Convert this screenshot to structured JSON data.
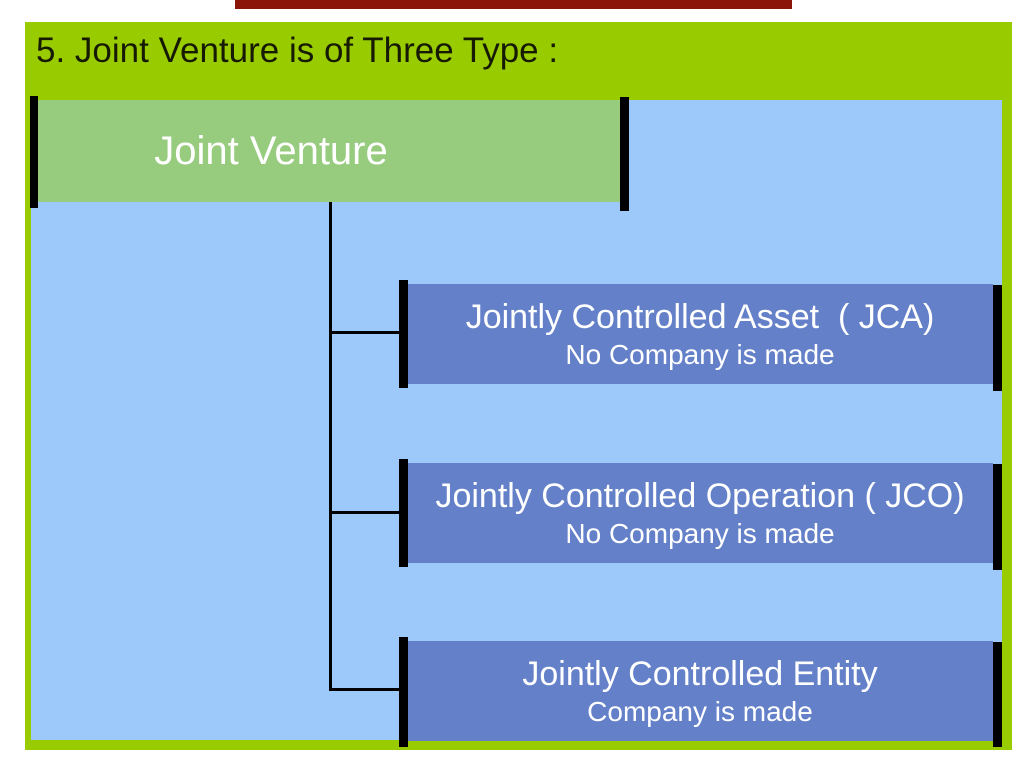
{
  "page": {
    "background": "#FFFFFF"
  },
  "top_bar": {
    "color": "#8B1508"
  },
  "slide": {
    "background": "#99CC00",
    "title": "5. Joint Venture is of Three Type :",
    "title_color": "#161A02",
    "canvas_background": "#9CC9FA",
    "connector_color": "#000000",
    "edge_bar_color": "#000000",
    "root": {
      "label": "Joint Venture",
      "background": "#97CB7E",
      "text_color": "#FFFFFF"
    },
    "children": [
      {
        "title": "Jointly Controlled Asset  ( JCA)",
        "subtitle": "No Company is made",
        "background": "#6380C8",
        "text_color": "#FFFFFF"
      },
      {
        "title": "Jointly Controlled Operation ( JCO)",
        "subtitle": "No Company is made",
        "background": "#6380C8",
        "text_color": "#FFFFFF"
      },
      {
        "title": "Jointly Controlled Entity",
        "subtitle": "Company is made",
        "background": "#6380C8",
        "text_color": "#FFFFFF"
      }
    ]
  }
}
